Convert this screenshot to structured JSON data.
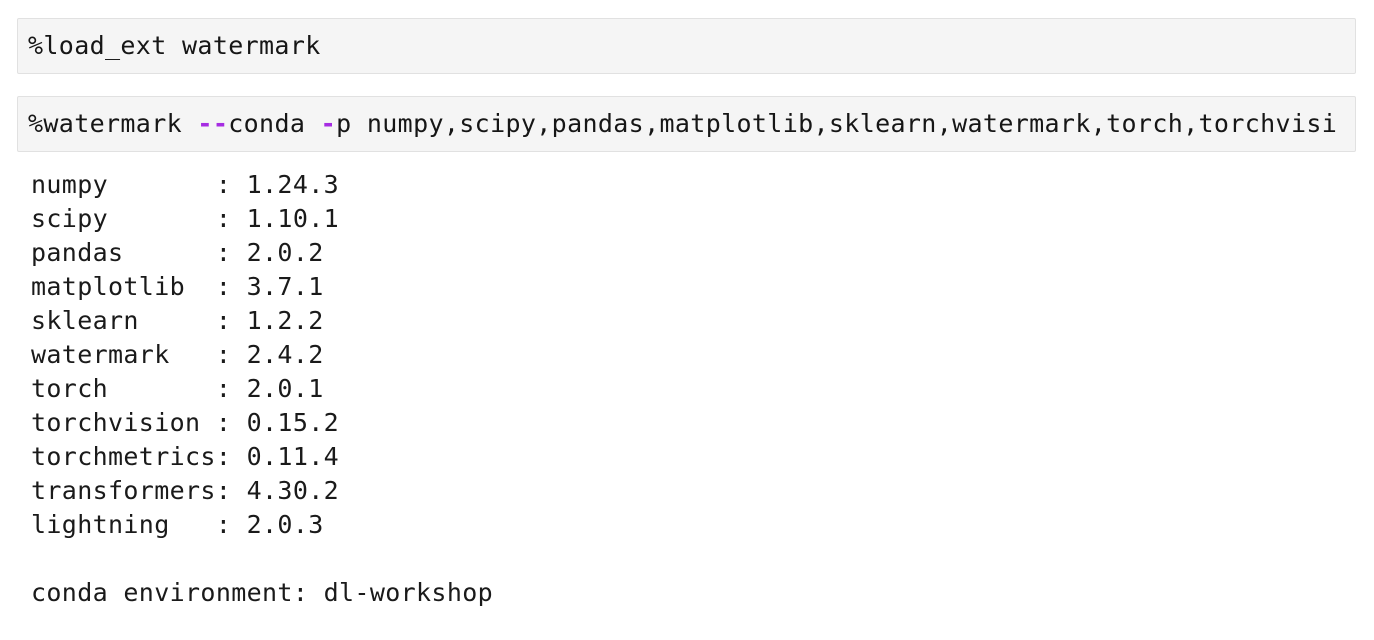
{
  "notebook": {
    "cells": [
      {
        "name": "code-cell-load-ext",
        "tokens": [
          {
            "text": "%load_ext watermark",
            "type": "text"
          }
        ]
      },
      {
        "name": "code-cell-watermark",
        "tokens": [
          {
            "text": "%watermark ",
            "type": "text"
          },
          {
            "text": "--",
            "type": "operator"
          },
          {
            "text": "conda ",
            "type": "text"
          },
          {
            "text": "-",
            "type": "operator"
          },
          {
            "text": "p numpy,scipy,pandas,matplotlib,sklearn,watermark,torch,torchvisi",
            "type": "text"
          }
        ]
      }
    ],
    "output": {
      "name_column_width": 12,
      "packages": [
        {
          "name": "numpy",
          "version": "1.24.3"
        },
        {
          "name": "scipy",
          "version": "1.10.1"
        },
        {
          "name": "pandas",
          "version": "2.0.2"
        },
        {
          "name": "matplotlib",
          "version": "3.7.1"
        },
        {
          "name": "sklearn",
          "version": "1.2.2"
        },
        {
          "name": "watermark",
          "version": "2.4.2"
        },
        {
          "name": "torch",
          "version": "2.0.1"
        },
        {
          "name": "torchvision",
          "version": "0.15.2"
        },
        {
          "name": "torchmetrics",
          "version": "0.11.4"
        },
        {
          "name": "transformers",
          "version": "4.30.2"
        },
        {
          "name": "lightning",
          "version": "2.0.3"
        }
      ],
      "conda_environment_label": "conda environment: ",
      "conda_environment_value": "dl-workshop"
    }
  },
  "colors": {
    "page_background": "#ffffff",
    "cell_background": "#f5f5f5",
    "cell_border": "#e1e1e1",
    "code_text": "#161616",
    "operator_purple": "#a62ce2",
    "output_text": "#1a1a1a"
  }
}
